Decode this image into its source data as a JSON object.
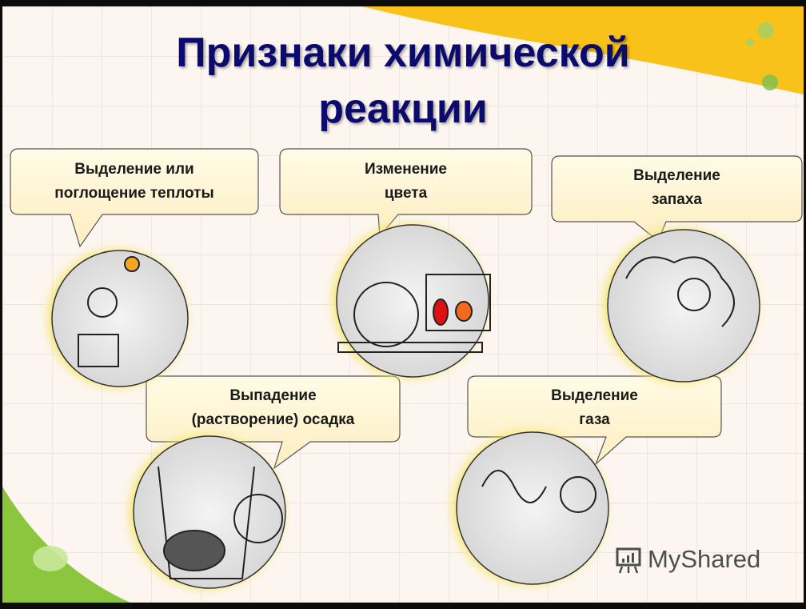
{
  "title": {
    "line1": "Признаки химической",
    "line2": "реакции"
  },
  "signs": [
    {
      "line1": "Выделение или",
      "line2": "поглощение теплоты",
      "icon": "heat-illustration"
    },
    {
      "line1": "Изменение",
      "line2": "цвета",
      "icon": "color-change-illustration"
    },
    {
      "line1": "Выделение",
      "line2": "запаха",
      "icon": "smell-illustration"
    },
    {
      "line1": "Выпадение",
      "line2": "(растворение) осадка",
      "icon": "precipitate-illustration"
    },
    {
      "line1": "Выделение",
      "line2": "газа",
      "icon": "gas-illustration"
    }
  ],
  "watermark": {
    "text": "MyShared"
  },
  "colors": {
    "title": "#0b0b6e",
    "callout_fill": "#fff6cc",
    "accent_yellow": "#f8c21a",
    "accent_green": "#8cc63e"
  }
}
